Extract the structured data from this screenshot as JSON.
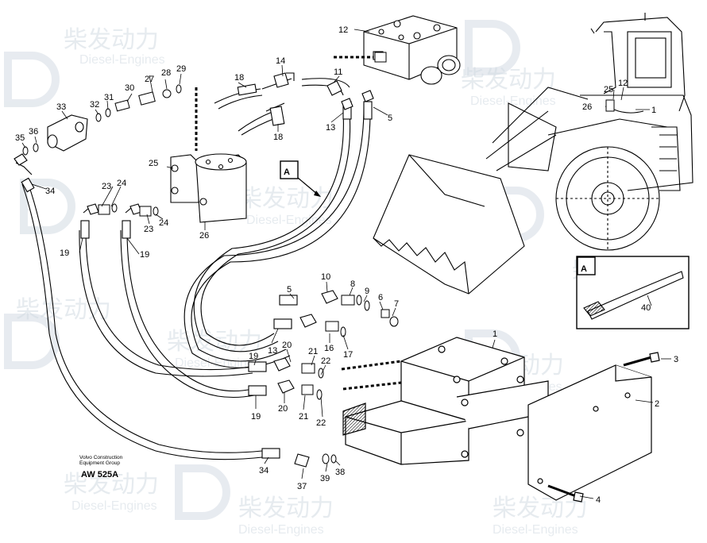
{
  "diagram": {
    "credit_line1": "Volvo Construction",
    "credit_line2": "Equipment Group",
    "code": "AW 525A",
    "view_label": "A",
    "watermark_brand": "柴发动力",
    "watermark_sub": "Diesel-Engines",
    "callouts": {
      "c1": "1",
      "c2": "2",
      "c3": "3",
      "c4": "4",
      "c5": "5",
      "c6": "6",
      "c7": "7",
      "c8": "8",
      "c9": "9",
      "c10": "10",
      "c11": "11",
      "c12": "12",
      "c13": "13",
      "c14": "14",
      "c16": "16",
      "c17": "17",
      "c18": "18",
      "c19": "19",
      "c20": "20",
      "c21": "21",
      "c22": "22",
      "c23": "23",
      "c24": "24",
      "c25": "25",
      "c26": "26",
      "c27": "27",
      "c28": "28",
      "c29": "29",
      "c30": "30",
      "c31": "31",
      "c32": "32",
      "c33": "33",
      "c34": "34",
      "c35": "35",
      "c36": "36",
      "c37": "37",
      "c38": "38",
      "c39": "39",
      "c40": "40"
    }
  }
}
